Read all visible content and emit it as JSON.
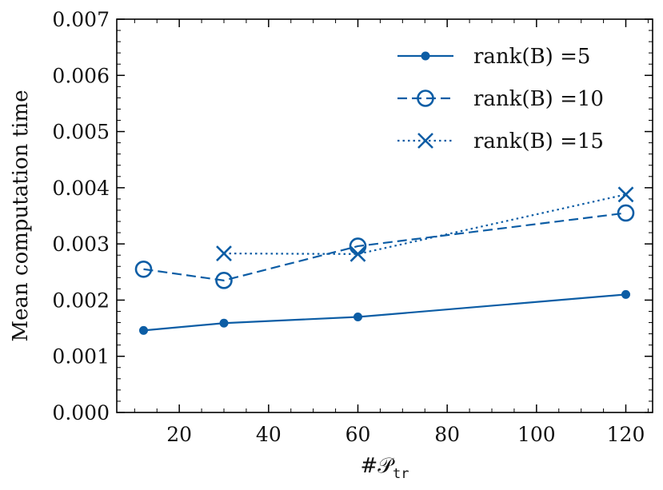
{
  "chart_data": {
    "type": "line",
    "xlabel": "#𝒫",
    "xlabel_sub": "tr",
    "ylabel": "Mean computation time",
    "xlim": [
      6,
      126
    ],
    "ylim": [
      0,
      0.007
    ],
    "xticks": [
      20,
      40,
      60,
      80,
      100,
      120
    ],
    "xtick_labels": [
      "20",
      "40",
      "60",
      "80",
      "100",
      "120"
    ],
    "yticks": [
      0,
      0.001,
      0.002,
      0.003,
      0.004,
      0.005,
      0.006,
      0.007
    ],
    "ytick_labels": [
      "0.000",
      "0.001",
      "0.002",
      "0.003",
      "0.004",
      "0.005",
      "0.006",
      "0.007"
    ],
    "grid": false,
    "legend_position": "top-right",
    "color": "#0c5da5",
    "series": [
      {
        "name": "rank(B) =5",
        "style": "solid",
        "marker": "dot",
        "x": [
          12,
          30,
          60,
          120
        ],
        "y": [
          0.00146,
          0.00159,
          0.0017,
          0.0021
        ]
      },
      {
        "name": "rank(B) =10",
        "style": "dashed",
        "marker": "circle",
        "x": [
          12,
          30,
          60,
          120
        ],
        "y": [
          0.00255,
          0.00235,
          0.00296,
          0.00355
        ]
      },
      {
        "name": "rank(B) =15",
        "style": "dotted",
        "marker": "x",
        "x": [
          30,
          60,
          120
        ],
        "y": [
          0.00283,
          0.00282,
          0.00388
        ]
      }
    ]
  }
}
